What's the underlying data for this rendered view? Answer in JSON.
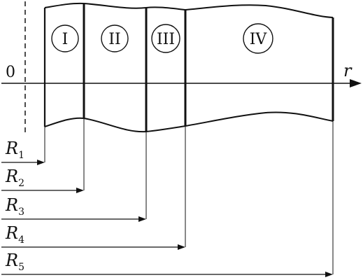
{
  "diagram": {
    "origin_label": "0",
    "axis_label": "r",
    "zones": [
      "I",
      "II",
      "III",
      "IV"
    ],
    "radius_symbol": "R",
    "radii": [
      "1",
      "2",
      "3",
      "4",
      "5"
    ]
  },
  "colors": {
    "stroke": "#111111",
    "background": "#ffffff"
  }
}
